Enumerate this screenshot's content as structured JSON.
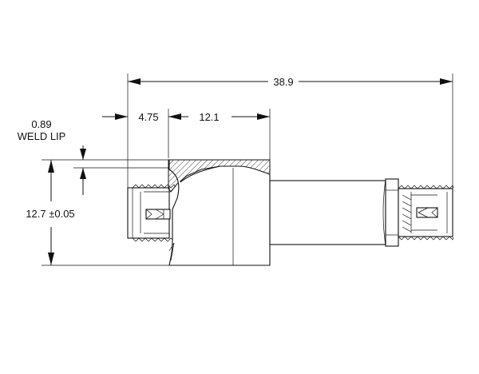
{
  "drawing": {
    "dimensions": {
      "overall_length": "38.9",
      "first_segment": "4.75",
      "second_segment": "12.1",
      "weld_lip_value": "0.89",
      "weld_lip_label": "WELD LIP",
      "height": "12.7 ±0.05"
    }
  }
}
